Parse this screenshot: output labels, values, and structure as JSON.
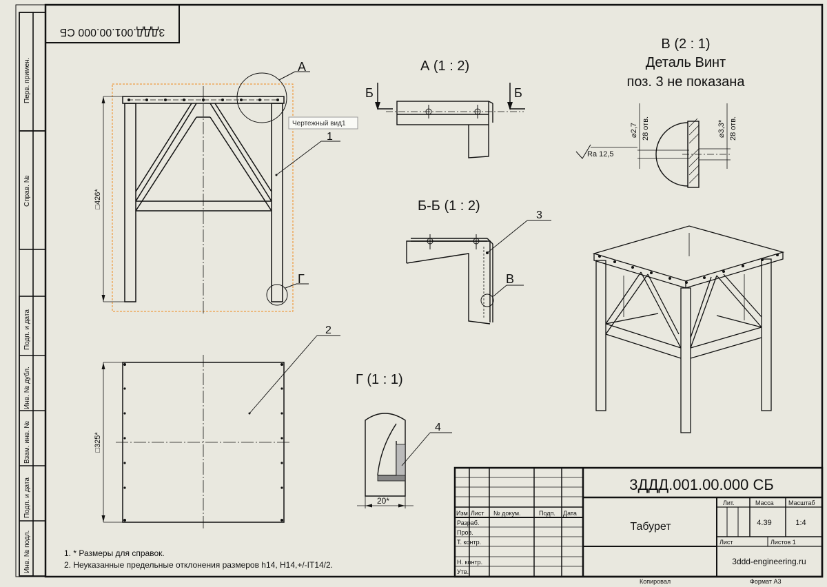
{
  "drawing": {
    "code": "3ДДД.001.00.000 СБ",
    "code_rotated": "3ДДД.001.00.000 СБ",
    "title": "Табурет",
    "mass": "4.39",
    "scale": "1:4",
    "sheets_label": "Листов 1",
    "sheet_label": "Лист",
    "company": "3ddd-engineering.ru",
    "format_label": "Формат А3",
    "copied_label": "Копировал",
    "colors": {
      "paper": "#e9e8df",
      "ink": "#111111",
      "view_frame": "#f08a1e"
    }
  },
  "title_block": {
    "head_labels": [
      "Лит.",
      "Масса",
      "Масштаб"
    ],
    "columns": [
      "Изм",
      "Лист",
      "№ докум.",
      "Подп.",
      "Дата"
    ],
    "rows": [
      "Разраб.",
      "Пров.",
      "Т. контр.",
      "Н. контр.",
      "Утв."
    ]
  },
  "side_strip": [
    "Перв. примен.",
    "Справ. №",
    "Подп. и дата",
    "Инв. № дубл.",
    "Взам. инв. №",
    "Подп. и дата",
    "Инв. № подл."
  ],
  "views": {
    "detail_a": "А (1 : 2)",
    "section_bb": "Б-Б (1 : 2)",
    "detail_g": "Г (1 : 1)",
    "detail_v": [
      "В (2 : 1)",
      "Деталь Винт",
      "поз. 3 не показана"
    ],
    "tooltip": "Чертежный вид1"
  },
  "labels": {
    "A": "А",
    "B": "Б",
    "V": "В",
    "G": "Г",
    "pos1": "1",
    "pos2": "2",
    "pos3": "3",
    "pos4": "4"
  },
  "dims": {
    "height": "□426*",
    "top": "□325*",
    "g_width": "20*",
    "hole1": "⌀2,7",
    "hole1_count": "28 отв.",
    "hole2": "⌀3,3*",
    "hole2_count": "28 отв.",
    "roughness": "Ra 12,5"
  },
  "notes": [
    "1. * Размеры для справок.",
    "2. Неуказанные предельные отклонения размеров h14, H14,+/-IT14/2."
  ]
}
